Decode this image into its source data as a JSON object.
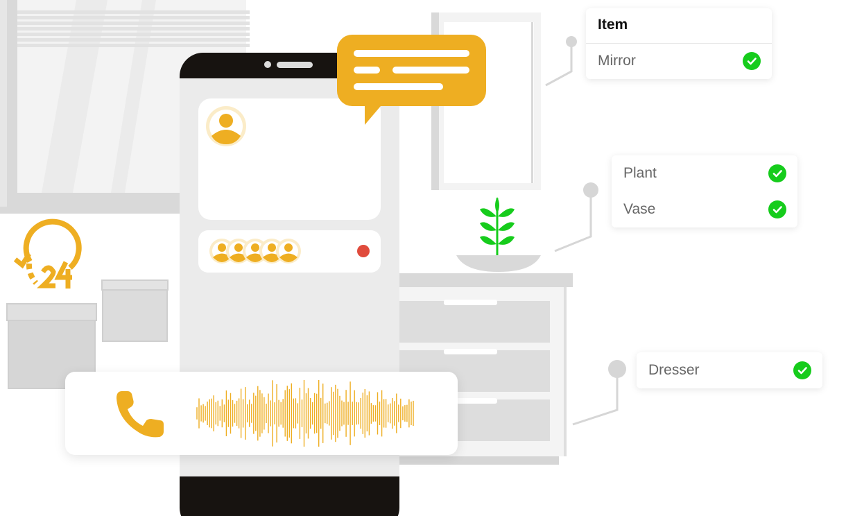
{
  "colors": {
    "accent": "#EEAE22",
    "check": "#16CC1C",
    "phone_body": "#171310",
    "recording_dot": "#E04B3C"
  },
  "icons": {
    "chat": "chat-bubble-icon",
    "phone": "phone-icon",
    "clock24": "clock-24-icon",
    "user": "user-avatar-icon",
    "check": "check-icon"
  },
  "checklist_card": {
    "header": "Item",
    "items": [
      {
        "label": "Mirror",
        "checked": true
      }
    ]
  },
  "plant_card": {
    "items": [
      {
        "label": "Plant",
        "checked": true
      },
      {
        "label": "Vase",
        "checked": true
      }
    ]
  },
  "dresser_card": {
    "items": [
      {
        "label": "Dresser",
        "checked": true
      }
    ]
  },
  "call_bar": {
    "recording": true
  }
}
